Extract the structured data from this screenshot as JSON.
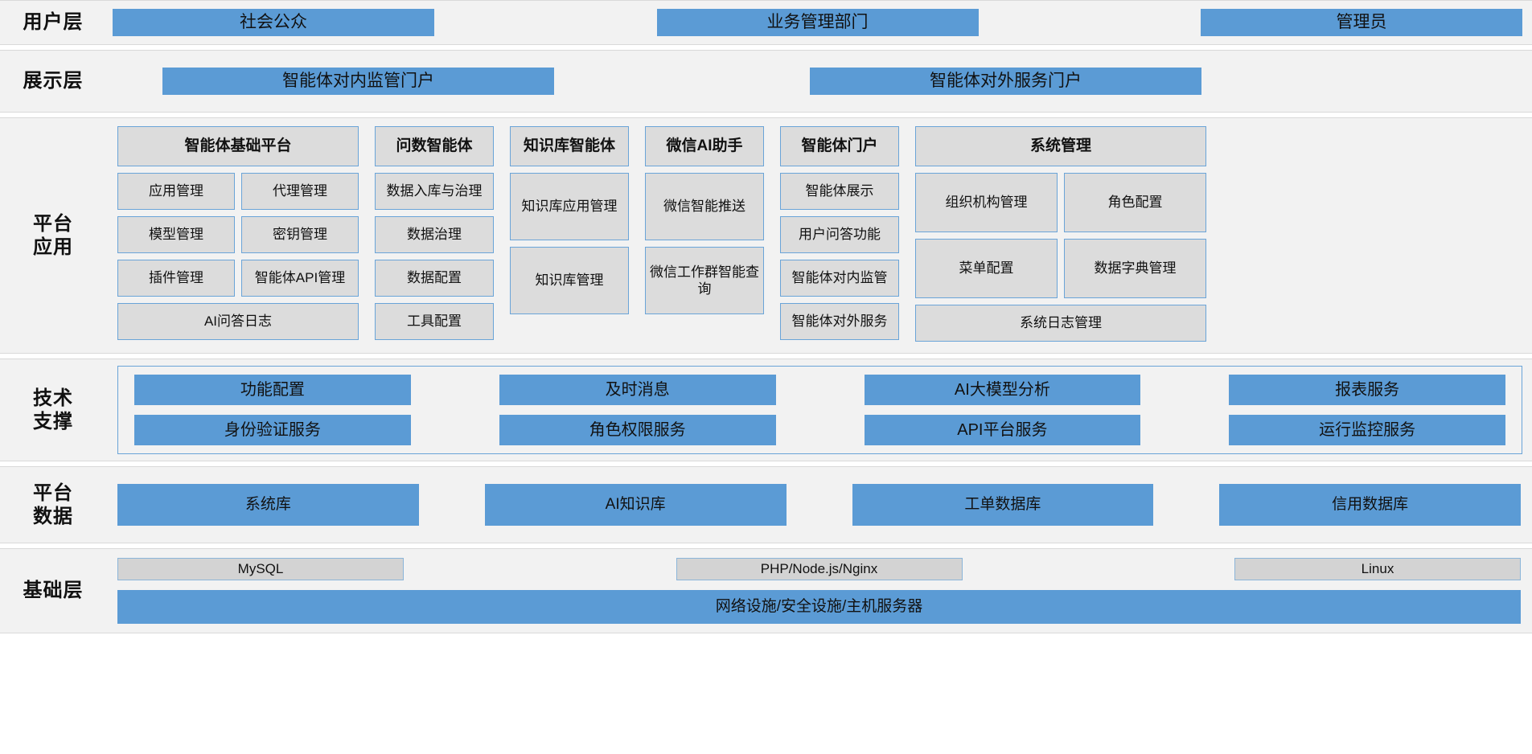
{
  "layers": [
    {
      "name": "user-layer",
      "label": "用户层",
      "items": [
        "社会公众",
        "业务管理部门",
        "管理员"
      ]
    },
    {
      "name": "presentation-layer",
      "label": "展示层",
      "items": [
        "智能体对内监管门户",
        "智能体对外服务门户"
      ]
    },
    {
      "name": "platform-application-layer",
      "label": "平台\n应用",
      "columns": [
        {
          "name": "agent-base-platform",
          "header": "智能体基础平台",
          "rows": [
            [
              "应用管理",
              "代理管理"
            ],
            [
              "模型管理",
              "密钥管理"
            ],
            [
              "插件管理",
              "智能体API管理"
            ],
            [
              "AI问答日志"
            ]
          ]
        },
        {
          "name": "data-query-agent",
          "header": "问数智能体",
          "rows": [
            [
              "数据入库与治理"
            ],
            [
              "数据治理"
            ],
            [
              "数据配置"
            ],
            [
              "工具配置"
            ]
          ]
        },
        {
          "name": "knowledge-base-agent",
          "header": "知识库智能体",
          "rows": [
            [
              "知识库应用管理"
            ],
            [
              "知识库管理"
            ]
          ]
        },
        {
          "name": "wechat-ai-assistant",
          "header": "微信AI助手",
          "rows": [
            [
              "微信智能推送"
            ],
            [
              "微信工作群智能查询"
            ]
          ]
        },
        {
          "name": "agent-portal",
          "header": "智能体门户",
          "rows": [
            [
              "智能体展示"
            ],
            [
              "用户问答功能"
            ],
            [
              "智能体对内监管"
            ],
            [
              "智能体对外服务"
            ]
          ]
        },
        {
          "name": "system-management",
          "header": "系统管理",
          "rows": [
            [
              "组织机构管理",
              "角色配置"
            ],
            [
              "菜单配置",
              "数据字典管理"
            ],
            [
              "系统日志管理"
            ]
          ]
        }
      ]
    },
    {
      "name": "technical-support-layer",
      "label": "技术\n支撑",
      "rows": [
        [
          "功能配置",
          "及时消息",
          "AI大模型分析",
          "报表服务"
        ],
        [
          "身份验证服务",
          "角色权限服务",
          "API平台服务",
          "运行监控服务"
        ]
      ]
    },
    {
      "name": "platform-data-layer",
      "label": "平台\n数据",
      "items": [
        "系统库",
        "AI知识库",
        "工单数据库",
        "信用数据库"
      ]
    },
    {
      "name": "infrastructure-layer",
      "label": "基础层",
      "stack_items": [
        "MySQL",
        "PHP/Node.js/Nginx",
        "Linux"
      ],
      "foundation": "网络设施/安全设施/主机服务器"
    }
  ],
  "colors": {
    "accent_blue": "#5b9bd5",
    "box_border_blue": "#6aa4d8",
    "grey_box": "#dcdcdc",
    "band_background": "#f2f2f2"
  }
}
